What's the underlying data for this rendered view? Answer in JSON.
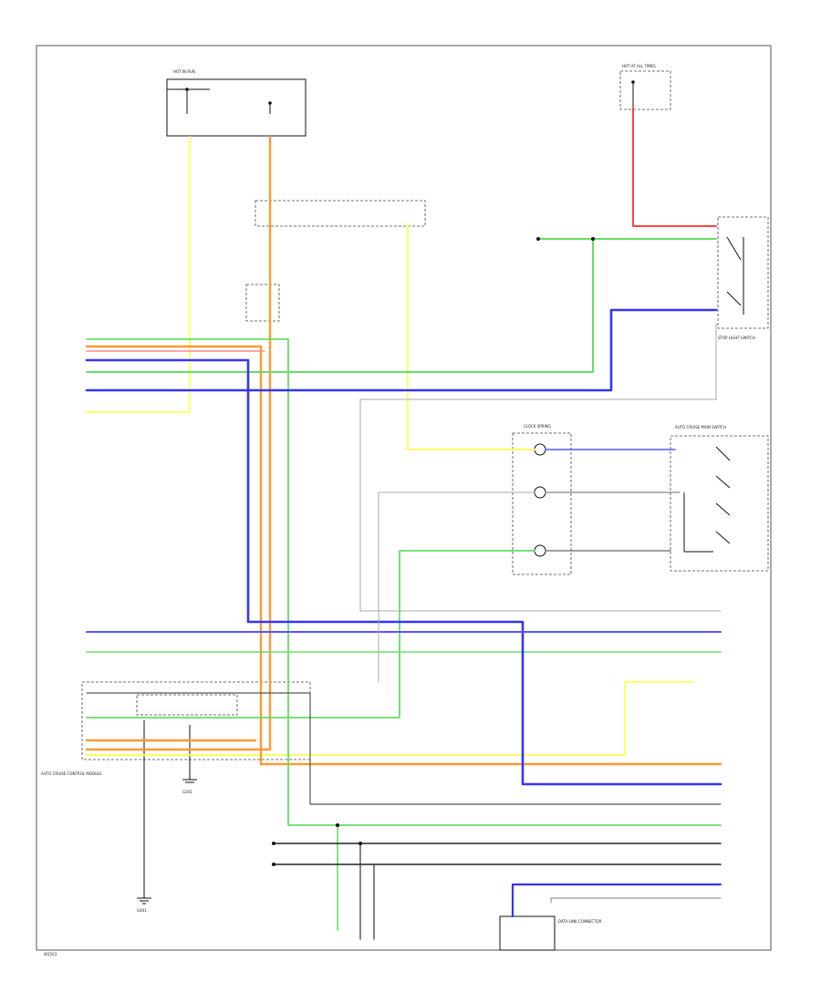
{
  "colors": {
    "yellow": "#ffff66",
    "orange": "#ff9933",
    "green": "#66dd66",
    "blue": "#3333ff",
    "red": "#ff4444",
    "gray": "#888888",
    "dark": "#333333",
    "black": "#000000"
  },
  "labels": {
    "fuse_box_top": "HOT IN RUN",
    "fuse_box_right": "HOT AT ALL TIMES",
    "module_left": "AUTO CRUISE CONTROL MODULE",
    "clock_spring": "CLOCK SPRING",
    "cruise_switch": "AUTO CRUISE MAIN SWITCH",
    "brake_switch": "STOP LIGHT SWITCH",
    "data_link": "DATA LINK CONNECTOR",
    "ground_left": "G401",
    "ground_mid": "G201",
    "footer_left": "W2503"
  }
}
